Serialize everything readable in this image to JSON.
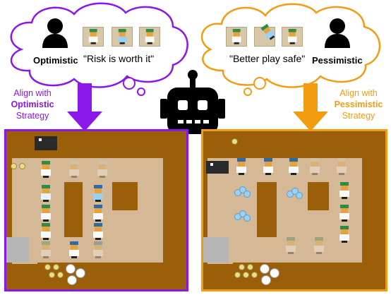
{
  "left_cloud": {
    "agent_label": "Optimistic",
    "quote": "\"Risk is worth it\"",
    "color": "#8b17e8",
    "icon": "person-silhouette-icon"
  },
  "right_cloud": {
    "agent_label": "Pessimistic",
    "quote": "\"Better play safe\"",
    "color": "#f39c12",
    "icon": "person-silhouette-icon"
  },
  "left_align": {
    "prefix": "Align with",
    "strategy": "Optimistic",
    "suffix": "Strategy"
  },
  "right_align": {
    "prefix": "Align with",
    "strategy": "Pessimistic",
    "suffix": "Strategy"
  },
  "center_icon": "robot-head-icon",
  "colors": {
    "purple": "#8b17e8",
    "orange": "#f39c12",
    "floor": "#9a5f08",
    "room": "#d5b896"
  }
}
